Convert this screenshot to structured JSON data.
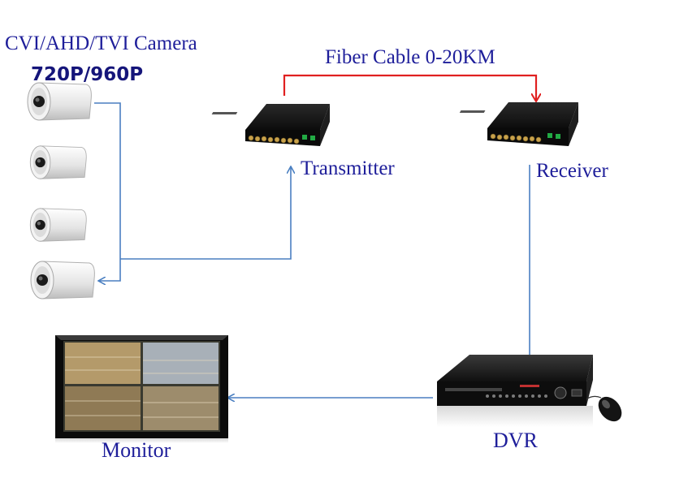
{
  "diagram": {
    "camera_title": "CVI/AHD/TVI Camera",
    "resolution": "720P/960P",
    "fiber_label": "Fiber Cable 0-20KM",
    "transmitter_label": "Transmitter",
    "receiver_label": "Receiver",
    "monitor_label": "Monitor",
    "dvr_label": "DVR"
  },
  "colors": {
    "text": "#1e1e9a",
    "signal_line": "#4a7fc1",
    "fiber_line": "#e02020"
  },
  "icons": [
    "bullet-camera-icon",
    "fiber-transmitter-icon",
    "fiber-receiver-icon",
    "monitor-icon",
    "dvr-icon",
    "mouse-icon"
  ]
}
